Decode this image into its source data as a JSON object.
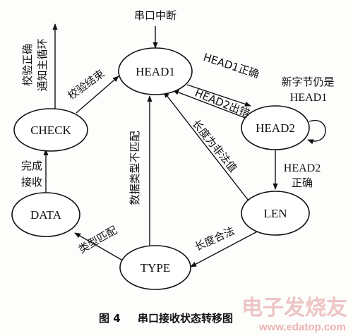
{
  "states": {
    "head1": "HEAD1",
    "head2": "HEAD2",
    "len": "LEN",
    "type": "TYPE",
    "data": "DATA",
    "check": "CHECK"
  },
  "edges": {
    "interrupt": "串口中断",
    "head1_ok": "HEAD1正确",
    "head2_err": "HEAD2出错",
    "new_byte_line1": "新字节仍是",
    "new_byte_line2": "HEAD1",
    "head2_ok_line1": "HEAD2",
    "head2_ok_line2": "正确",
    "len_illegal": "长度为非法值",
    "len_legal": "长度合法",
    "type_mismatch": "数据类型不匹配",
    "type_match": "类型匹配",
    "recv_done_line1": "完成",
    "recv_done_line2": "接收",
    "check_done": "校验结束",
    "check_ok_line1": "校验正确",
    "check_ok_line2": "通知主循环"
  },
  "caption": {
    "figure_no": "图 4",
    "title": "串口接收状态转移图"
  },
  "watermark": {
    "cn": "电子发烧友",
    "url": "www.edatop.com"
  }
}
